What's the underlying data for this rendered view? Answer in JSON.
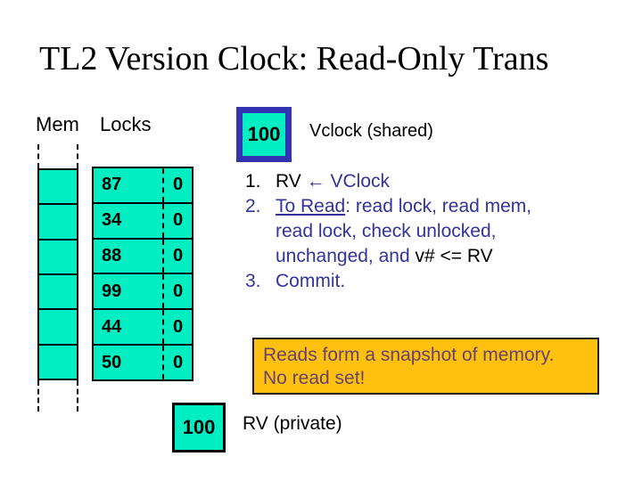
{
  "title": "TL2 Version Clock: Read-Only Trans",
  "labels": {
    "mem": "Mem",
    "locks": "Locks",
    "vclock_value": "100",
    "vclock_label": "Vclock (shared)",
    "rv_value": "100",
    "rv_label": "RV (private)"
  },
  "mem_column": {
    "cell_count": 6
  },
  "locks_table": {
    "rows": [
      {
        "version": "87",
        "lock": "0"
      },
      {
        "version": "34",
        "lock": "0"
      },
      {
        "version": "88",
        "lock": "0"
      },
      {
        "version": "99",
        "lock": "0"
      },
      {
        "version": "44",
        "lock": "0"
      },
      {
        "version": "50",
        "lock": "0"
      }
    ]
  },
  "steps": [
    {
      "num": "1.",
      "black": "RV ",
      "navy": "← VClock"
    },
    {
      "num": "2.",
      "underlined": "To Read",
      "navy": ": read lock, read mem, read lock, check unlocked, unchanged, and ",
      "black": "v# <= RV"
    },
    {
      "num": "3.",
      "navy": "Commit."
    }
  ],
  "callout": {
    "line1": "Reads form a snapshot of memory.",
    "line2": "No read set!"
  },
  "colors": {
    "teal": "#00EEC1",
    "navy_text": "#333399",
    "vclock_border_blue": "#3333B2",
    "callout_orange": "#FFC010",
    "callout_text": "#664466"
  }
}
